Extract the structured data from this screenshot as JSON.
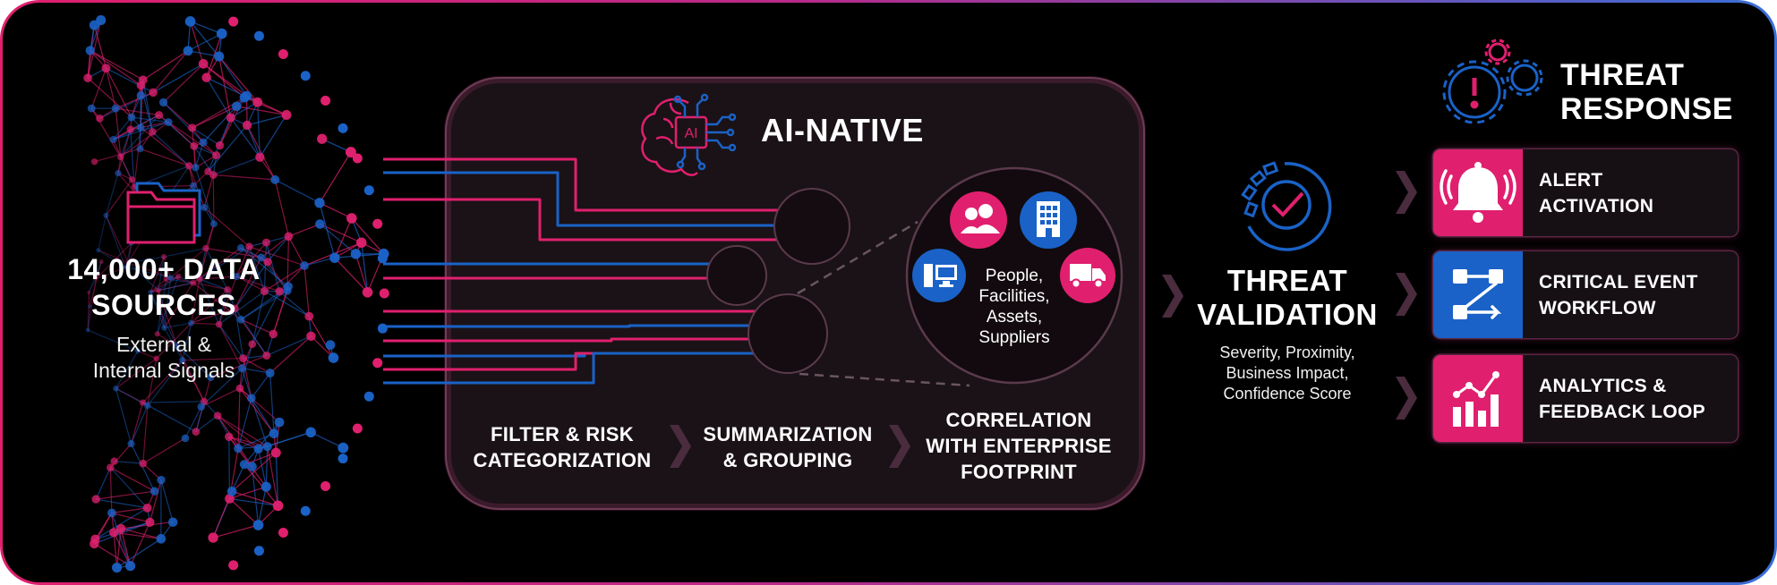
{
  "colors": {
    "pink": "#e0206e",
    "blue": "#1a62c7",
    "background": "#000000",
    "chevron": "#4a2c3e"
  },
  "data_sources": {
    "title_lines": [
      "14,000+ DATA",
      "SOURCES"
    ],
    "subtitle_lines": [
      "External &",
      "Internal Signals"
    ],
    "icon": "folder-icon"
  },
  "ai_native": {
    "label": "AI-NATIVE",
    "icon": "ai-brain-chip-icon",
    "chip_text": "AI",
    "stages": [
      {
        "lines": [
          "FILTER & RISK",
          "CATEGORIZATION"
        ]
      },
      {
        "lines": [
          "SUMMARIZATION",
          "& GROUPING"
        ]
      },
      {
        "lines": [
          "CORRELATION",
          "WITH ENTERPRISE",
          "FOOTPRINT"
        ]
      }
    ],
    "footprint_lines": [
      "People,",
      "Facilities,",
      "Assets,",
      "Suppliers"
    ],
    "footprint_icons": [
      "people-icon",
      "building-icon",
      "computer-icon",
      "truck-icon"
    ]
  },
  "threat_validation": {
    "title_lines": [
      "THREAT",
      "VALIDATION"
    ],
    "subtitle_lines": [
      "Severity, Proximity,",
      "Business Impact,",
      "Confidence Score"
    ],
    "icon": "gauge-check-icon"
  },
  "threat_response": {
    "title_lines": [
      "THREAT",
      "RESPONSE"
    ],
    "icon": "gears-alert-icon",
    "cards": [
      {
        "lines": [
          "ALERT",
          "ACTIVATION"
        ],
        "icon": "bell-icon",
        "color": "#e0206e"
      },
      {
        "lines": [
          "CRITICAL EVENT",
          "WORKFLOW"
        ],
        "icon": "workflow-icon",
        "color": "#1a62c7"
      },
      {
        "lines": [
          "ANALYTICS &",
          "FEEDBACK LOOP"
        ],
        "icon": "analytics-icon",
        "color": "#e0206e"
      }
    ]
  }
}
